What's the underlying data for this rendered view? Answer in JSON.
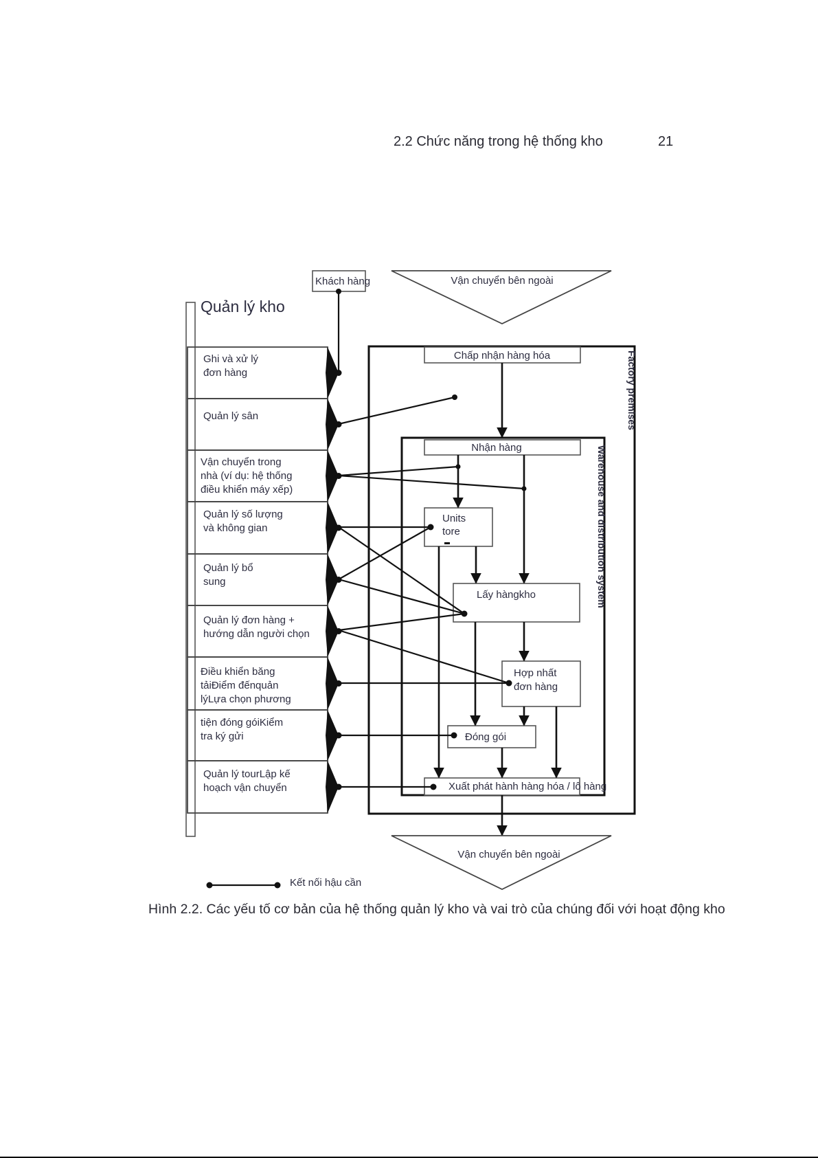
{
  "header": {
    "section_title": "2.2 Chức năng trong hệ thống kho",
    "page_number": "21"
  },
  "diagram": {
    "management_title": "Quản lý kho",
    "customer": "Khách hàng",
    "external_transport_in": "Vận chuyển bên ngoài",
    "external_transport_out": "Vận chuyển bên ngoài",
    "factory_label": "Factory premises",
    "warehouse_label": "Warehouse and distribution system",
    "management_functions": [
      {
        "lines": [
          "Ghi và xử lý",
          "đơn hàng"
        ]
      },
      {
        "lines": [
          "Quản lý sân"
        ]
      },
      {
        "lines": [
          "Vận chuyển trong",
          "nhà (ví dụ: hệ thống",
          "điều khiển máy xếp)"
        ]
      },
      {
        "lines": [
          "Quản lý số lượng",
          "và không gian"
        ]
      },
      {
        "lines": [
          "Quản lý bổ",
          "sung"
        ]
      },
      {
        "lines": [
          "Quản lý đơn hàng +",
          "hướng dẫn người chọn"
        ]
      },
      {
        "lines": [
          "Điều khiển băng",
          "tảiĐiểm đếnquản",
          "lýLựa chọn phương"
        ]
      },
      {
        "lines": [
          "tiện đóng góiKiểm",
          "tra ký gửi"
        ]
      },
      {
        "lines": [
          "Quản lý tourLập kế",
          "hoạch vận chuyển"
        ]
      }
    ],
    "process_steps": {
      "goods_acceptance": "Chấp nhận hàng hóa",
      "receiving": "Nhận hàng",
      "unit_store": [
        "Units",
        "tore"
      ],
      "picking": "Lấy hàngkho",
      "consolidation": [
        "Hợp nhất",
        "đơn hàng"
      ],
      "packing": "Đóng gói",
      "dispatch": "Xuất phát hành hàng hóa / lô hàng"
    },
    "legend": {
      "logistics_connection": "Kết nối hậu cần"
    }
  },
  "caption": "Hình 2.2. Các yếu tố cơ bản của hệ thống quản lý kho và vai trò của chúng đối với hoạt động kho"
}
